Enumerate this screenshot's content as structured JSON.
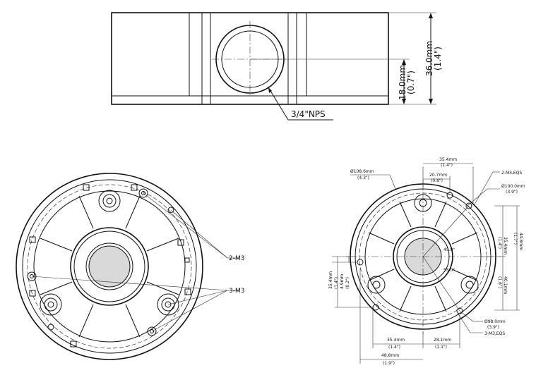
{
  "side_view": {
    "height_mm": "36.0mm",
    "height_in": "(1.4\")",
    "offset_mm": "18.0mm",
    "offset_in": "(0.7\")",
    "port_label": "3/4\"NPS"
  },
  "bottom_view": {
    "label_m3_2": "2-M3",
    "label_m3_3": "3-M3"
  },
  "top_view": {
    "dia_outer": "Ø108.6mm",
    "dia_outer_in": "(4.3\")",
    "dim_35_4_top": "35.4mm",
    "dim_35_4_top_in": "(1.4\")",
    "dim_20_7": "20.7mm",
    "dim_20_7_in": "(0.8\")",
    "label_2m3_eqs": "2-M3,EQS",
    "dia_100": "Ø100.0mm",
    "dia_100_in": "(3.9\")",
    "dim_44_8": "44.8mm",
    "dim_44_8_in": "(1.7\")",
    "dim_35_4_right": "35.4mm",
    "dim_35_4_right_in": "(1.4\")",
    "angle_45": "45.0°",
    "angle_55": "55.0°",
    "dim_40_1": "40.1mm",
    "dim_40_1_in": "(1.6\")",
    "dim_35_4_left": "35.4mm",
    "dim_35_4_left_in": "(1.4\")",
    "dim_4_9": "4.9mm",
    "dim_4_9_in": "(0.2\")",
    "dia_98": "Ø98.0mm",
    "dia_98_in": "(3.9\")",
    "label_3m3_eqs": "3-M3,EQS",
    "dim_35_4_bottom": "35.4mm",
    "dim_35_4_bottom_in": "(1.4\")",
    "dim_28_1": "28.1mm",
    "dim_28_1_in": "(1.1\")",
    "dim_48_8": "48.8mm",
    "dim_48_8_in": "(1.9\")"
  }
}
